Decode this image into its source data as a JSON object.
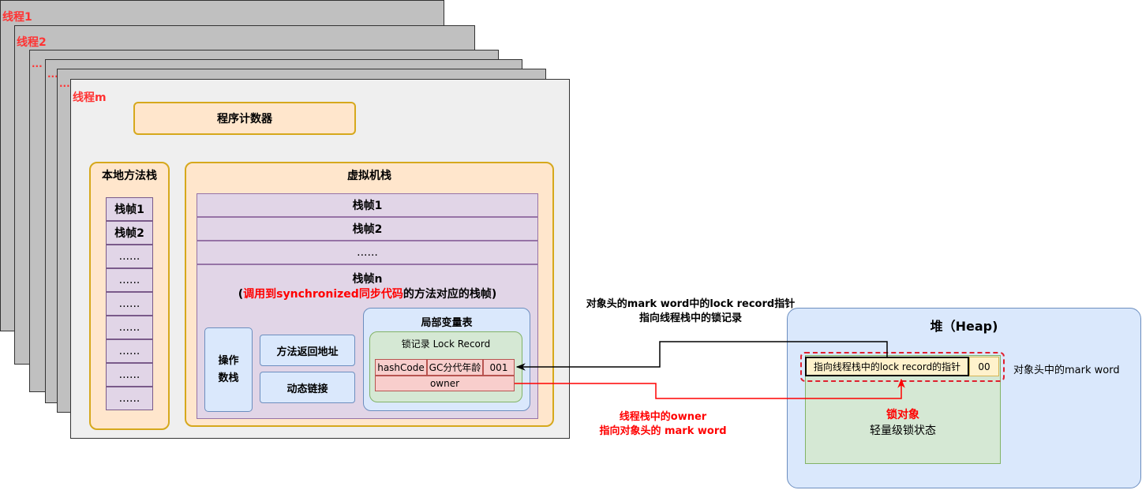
{
  "threads": [
    "线程1",
    "线程2",
    "...",
    "...",
    "...",
    "线程m"
  ],
  "pc_counter": "程序计数器",
  "native_stack": {
    "title": "本地方法栈",
    "frames": [
      "栈帧1",
      "栈帧2",
      "......",
      "......",
      "......",
      "......",
      "......",
      "......",
      "......"
    ]
  },
  "vm_stack": {
    "title": "虚拟机栈",
    "frames": [
      "栈帧1",
      "栈帧2",
      "......"
    ],
    "frame_n": {
      "title": "栈帧n",
      "paren_open": "(",
      "highlight": "调用到synchronized同步代码",
      "suffix": "的方法对应的栈帧)"
    },
    "operand_stack": "操作数栈",
    "return_address": "方法返回地址",
    "dynamic_link": "动态链接",
    "local_vars": {
      "title": "局部变量表",
      "lock_record": {
        "title": "锁记录 Lock Record",
        "cells": [
          "hashCode",
          "GC分代年龄",
          "001"
        ],
        "owner": "owner"
      }
    }
  },
  "heap": {
    "title": "堆（Heap)",
    "mark_word": "指向线程栈中的lock record的指针",
    "lock_bits": "00",
    "mark_word_label": "对象头中的mark word",
    "lock_object": "锁对象",
    "lock_state": "轻量级锁状态"
  },
  "annotations": {
    "pointer_line1": "对象头的mark word中的lock record指针",
    "pointer_line2": "指向线程栈中的锁记录",
    "owner_line1": "线程栈中的owner",
    "owner_line2": "指向对象头的 mark word"
  }
}
